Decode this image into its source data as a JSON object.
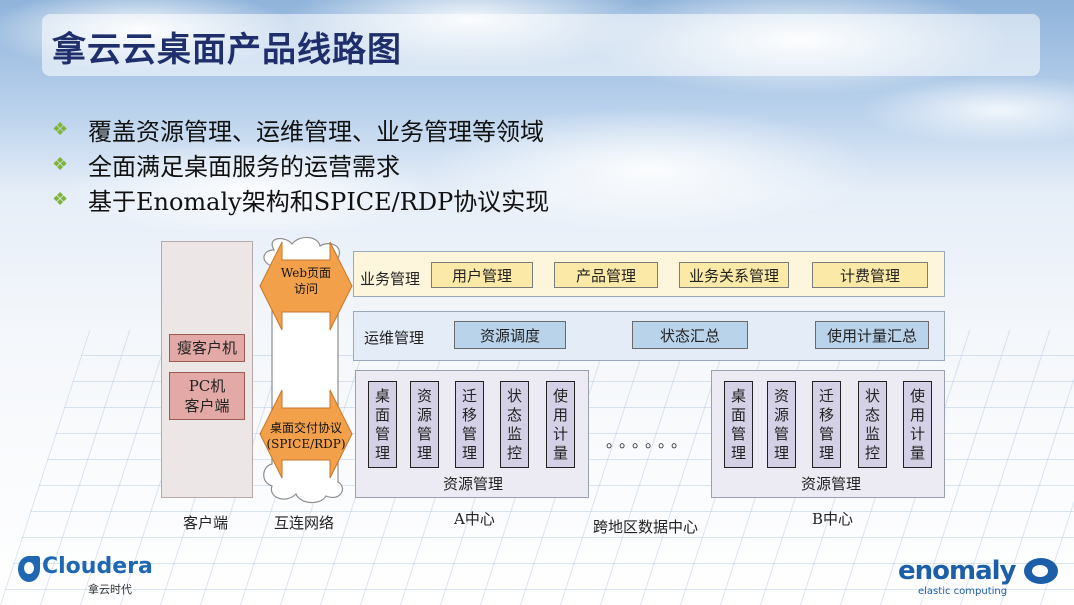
{
  "title": "拿云云桌面产品线路图",
  "bullets": [
    "覆盖资源管理、运维管理、业务管理等领域",
    "全面满足桌面服务的运营需求",
    "基于Enomaly架构和SPICE/RDP协议实现"
  ],
  "diagram": {
    "client": {
      "items": [
        "瘦客户机",
        "PC机 客户端"
      ],
      "label": "客户端"
    },
    "network": {
      "top_arrow": "Web页面 访问",
      "bottom_arrow": "桌面交付协议 (SPICE/RDP)",
      "label": "互连网络"
    },
    "business": {
      "label": "业务管理",
      "items": [
        "用户管理",
        "产品管理",
        "业务关系管理",
        "计费管理"
      ]
    },
    "operations": {
      "label": "运维管理",
      "items": [
        "资源调度",
        "状态汇总",
        "使用计量汇总"
      ]
    },
    "center_a": {
      "items": [
        "桌面管理",
        "资源管理",
        "迁移管理",
        "状态监控",
        "使用计量"
      ],
      "inner_label": "资源管理",
      "label": "A中心"
    },
    "cross_region": {
      "dots": "。。。。。。",
      "label": "跨地区数据中心"
    },
    "center_b": {
      "items": [
        "桌面管理",
        "资源管理",
        "迁移管理",
        "状态监控",
        "使用计量"
      ],
      "inner_label": "资源管理",
      "label": "B中心"
    }
  },
  "logos": {
    "cloudera_word": "Cloudera",
    "cloudera_sub": "拿云时代",
    "enomaly_word": "enomaly",
    "enomaly_sub": "elastic computing"
  },
  "colors": {
    "title": "#1f2f6b",
    "bullet_marker": "#7fb33a",
    "arrow": "#f2a04a",
    "client_box": "#e2a9a6",
    "business_item": "#fbe9a8",
    "operations_item": "#b9d3ea",
    "resource_item": "#d4d1e6"
  }
}
